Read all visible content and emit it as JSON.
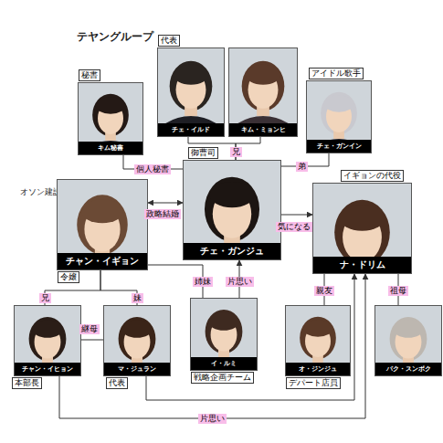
{
  "diagram": {
    "nodes": [
      {
        "text": [
          "テヤングループ"
        ]
      },
      {
        "text": [
          "秘書",
          "キム秘書"
        ],
        "in": 0
      },
      {
        "text": [
          "代表",
          "チェ・イルド"
        ],
        "in": 0
      },
      {
        "text": [
          "キム・ミョンヒ"
        ],
        "in": 0
      },
      {
        "text": [
          "アイドル歌手",
          "チェ・ガンイン"
        ],
        "in": 0
      },
      {
        "text": [
          "御曹司",
          "チェ・ガンジュ"
        ],
        "in": 0
      },
      {
        "text": [
          "イギョンの代役",
          "ナ・ドリム"
        ]
      },
      {
        "text": [
          "オソン建設"
        ]
      },
      {
        "text": [
          "チャン・イギョン",
          "令嬢"
        ],
        "in": 7
      },
      {
        "text": [
          "チャン・イヒョン",
          "本部長"
        ],
        "in": 7
      },
      {
        "text": [
          "マ・ジュラン",
          "代表"
        ],
        "in": 7
      },
      {
        "text": [
          "イ・ルミ",
          "戦略企画チーム"
        ],
        "in": 0
      },
      {
        "text": [
          "オ・ジンジュ",
          "デパート店員"
        ]
      },
      {
        "text": [
          "パク・スンボク"
        ]
      }
    ],
    "edges": [
      {
        "from": 1,
        "to": 5,
        "label": "個人秘書",
        "arrow": "none"
      },
      {
        "from": 2,
        "to": 5,
        "label": "兄",
        "arrow": "none"
      },
      {
        "from": 3,
        "to": 5,
        "arrow": "none"
      },
      {
        "from": 5,
        "to": 4,
        "label": "弟",
        "arrow": "none"
      },
      {
        "from": 8,
        "to": 5,
        "label": "政略結婚",
        "arrow": "both"
      },
      {
        "from": 5,
        "to": 6,
        "label": "気になる",
        "arrow": "to"
      },
      {
        "from": 11,
        "to": 8,
        "label": "姉妹",
        "arrow": "none"
      },
      {
        "from": 11,
        "to": 5,
        "label": "片思い",
        "arrow": "to"
      },
      {
        "from": 8,
        "to": 9,
        "label": "兄",
        "arrow": "none"
      },
      {
        "from": 8,
        "to": 10,
        "label": "妹",
        "arrow": "none"
      },
      {
        "from": 9,
        "to": 10,
        "label": "継母",
        "arrow": "none"
      },
      {
        "from": 12,
        "to": 6,
        "label": "親友",
        "arrow": "none"
      },
      {
        "from": 6,
        "to": 13,
        "label": "祖母",
        "arrow": "none"
      },
      {
        "from": 10,
        "to": 6,
        "arrow": "to"
      },
      {
        "from": 9,
        "to": 6,
        "label": "片思い",
        "arrow": "to"
      }
    ]
  }
}
